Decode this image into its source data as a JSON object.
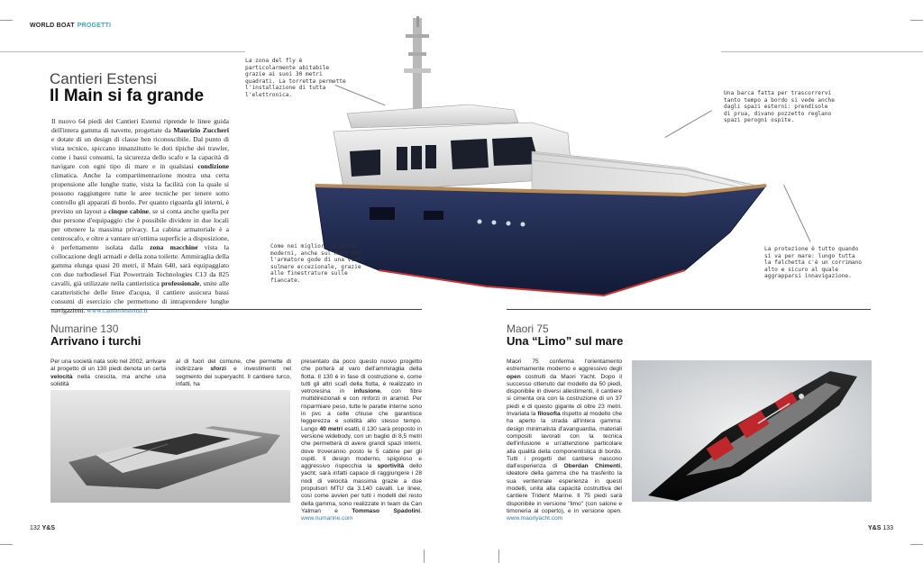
{
  "header": {
    "section": "WORLD BOAT",
    "subsection": "PROGETTI"
  },
  "main_article": {
    "kicker": "Cantieri Estensi",
    "title": "Il Main si fa grande",
    "body_parts": [
      {
        "t": "Il nuovo 64 piedi dei Cantieri Estensi riprende le linee guida dell'intera gamma di navette, progettate da "
      },
      {
        "t": "Maurizio Zuccheri",
        "b": true
      },
      {
        "t": " e dotate di un design di classe ben riconoscibile. Dal punto di vista tecnico, spiccano innanzitutto le doti tipiche dei trawler, come i bassi consumi, la sicurezza dello scafo e la capacità di navigare con ogni tipo di mare e in qualsiasi "
      },
      {
        "t": "condizione",
        "b": true
      },
      {
        "t": " climatica. Anche la compartimentazione mostra una certa propensione alle lunghe tratte, vista la facilità con la quale si possono raggiungere tutte le aree tecniche per tenere sotto controllo gli apparati di bordo. Per quanto riguarda gli interni, è previsto un layout a "
      },
      {
        "t": "cinque cabine",
        "b": true
      },
      {
        "t": ", se si conta anche quella per due persone d'equipaggio che è possibile dividere in due locali per ottenere la massima privacy. La cabina armatoriale è a centroscafo, e oltre a vantare un'ottima superficie a disposizione, è perfettamente isolata dalla "
      },
      {
        "t": "zona macchine",
        "b": true
      },
      {
        "t": " vista la collocazione degli armadi e della zona toilette. Ammiraglia della gamma elunga quasi 20 metri, il Main 640, sarà equipaggiato con due turbodiesel Fiat Powertrain Technologies C13 da 825 cavalli, già utilizzate nella cantieristica "
      },
      {
        "t": "professionale",
        "b": true
      },
      {
        "t": ", unite alle caratteristiche delle linee d'acqua, il cantiere assicura bassi consumi di esercizio che permettono di intraprendere lunghe navigazioni. "
      },
      {
        "t": "www.cantieriestensi.it",
        "link": true
      }
    ]
  },
  "callouts": {
    "fly": "La zona del fly è particolarmente abitabile grazie ai suoi 30 metri quadrati. La torretta permette l'installazione di tutta l'elettronica.",
    "bow": "Una barca fatta per trascorrervi tanto tempo a bordo si vede anche dagli spazi esterni: prendisole di prua, divano pozzetto reglano spazi perogni ospite.",
    "hull": "Come nei migliori progetti moderni, anche sul Main 640 l'armatore gode di una vista sulmare eccezionale, grazie alle finestrature sulle fiancate.",
    "rail": "La protezione è tutto quando si va per mare: lungo tutta la falchetta c'è un corrimano alto e sicuro al quale aggrapparsi innavigazione."
  },
  "numarine": {
    "kicker": "Numarine 130",
    "title": "Arrivano i turchi",
    "col1_parts": [
      {
        "t": "Per una società nata solo nel 2002, arrivare al progetto di un 130 piedi denota un certa "
      },
      {
        "t": "velocità",
        "b": true
      },
      {
        "t": " nella crescita, ma anche una solidità"
      }
    ],
    "col2_parts": [
      {
        "t": "al di fuori del comune, che permette di indirizzare "
      },
      {
        "t": "sforzi",
        "b": true
      },
      {
        "t": " e investimenti nel segmento dei superyacht. Il cantiere turco, infatti, ha"
      }
    ],
    "col3_parts": [
      {
        "t": "presentato da poco questo nuovo progetto che porterà al varo dell'ammiraglia della flotta. Il 130 è in fase di costruzione e, come tutti gli altri scafi della flotta, è realizzato in vetroresina in "
      },
      {
        "t": "infusione",
        "b": true
      },
      {
        "t": ", con fibre multidirezionali e con rinforzi in aramid. Per risparmiare peso, tutte le paratie interne sono in pvc a celle chiuse che garantisce leggerezza e solidità allo stesso tempo. Lungo "
      },
      {
        "t": "40 metri",
        "b": true
      },
      {
        "t": " esatti, il 130 sarà proposto in versione widebody, con un baglio di 8,5 metri che permetterà di avere grandi spazi interni, dove troveranno posto le 5 cabine per gli ospiti. Il design moderno, spigoloso e aggressivo rispecchia la "
      },
      {
        "t": "sportività",
        "b": true
      },
      {
        "t": " dello yacht; sarà infatti capace di raggiungere i 28 nodi di velocità massima grazie a due propulsori MTU da 3.140 cavalli. Le linee, così come avvien per tutti i modelli del resto della gamma, sono realizzate in team da Can Yalman e "
      },
      {
        "t": "Tommaso Spadolini",
        "b": true
      },
      {
        "t": ". "
      },
      {
        "t": "www.numarine.com",
        "link": true
      }
    ]
  },
  "maori": {
    "kicker": "Maori 75",
    "title": "Una “Limo” sul mare",
    "body_parts": [
      {
        "t": "Maori 75 conferma l'orientamento estremamente moderno e aggressivo degli "
      },
      {
        "t": "open",
        "b": true
      },
      {
        "t": " costruiti da Maori Yacht. Dopo il successo ottenuto dal modello da 50 piedi, disponibile in diversi allestimenti, il cantiere si cimenta ora con la costruzione di un 37 piedi e di questo gigante di oltre 23 metri. Invariata la "
      },
      {
        "t": "filosofia",
        "b": true
      },
      {
        "t": " rispetto al modello che ha aperto la strada all'intera gamma: design minimalista d'avanguardia, materiali compositi lavorati con la tecnica dell'infusione e un'attenzione particolare alla qualità della componentistica di bordo. Tutti i progetti del cantiere nascono dall'esperienza di "
      },
      {
        "t": "Oberdan Chimenti",
        "b": true
      },
      {
        "t": ", ideatore della gamma che ha trasferito la sua ventennale esperienza in questi modelli, unita alla capacità costruttiva del cantiere Trident Marine. Il 75 piedi sarà disponibile in versione \"limo\" (con salone e timoneria al coperto), e in versione open. "
      },
      {
        "t": "www.maoriyacht.com",
        "link": true
      }
    ]
  },
  "footer": {
    "left_page": "132",
    "right_page": "133",
    "brand": "Y&S"
  }
}
